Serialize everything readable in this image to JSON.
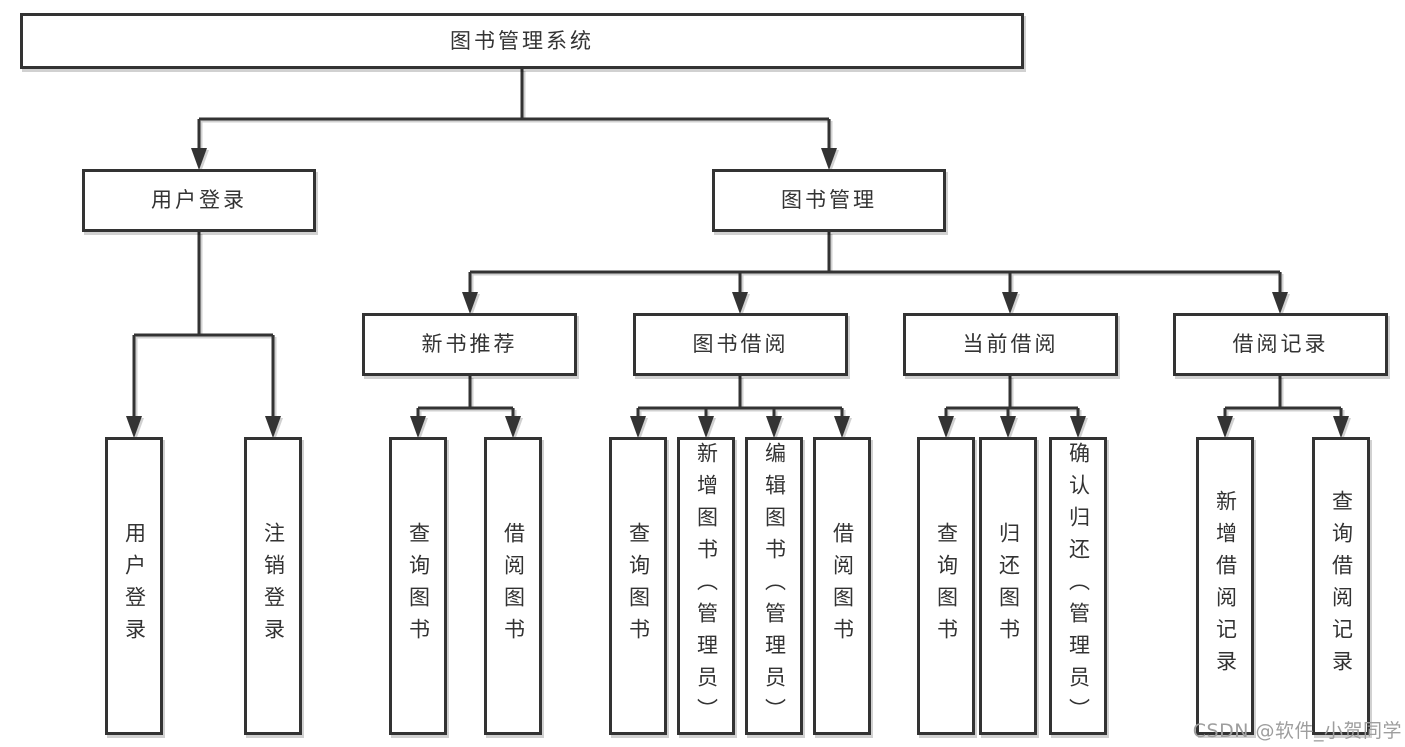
{
  "diagram": {
    "type": "hierarchy",
    "tree": {
      "label": "图书管理系统",
      "children": [
        {
          "label": "用户登录",
          "children": [
            {
              "label": "用户登录"
            },
            {
              "label": "注销登录"
            }
          ]
        },
        {
          "label": "图书管理",
          "children": [
            {
              "label": "新书推荐",
              "children": [
                {
                  "label": "查询图书"
                },
                {
                  "label": "借阅图书"
                }
              ]
            },
            {
              "label": "图书借阅",
              "children": [
                {
                  "label": "查询图书"
                },
                {
                  "label": "新增图书（管理员）"
                },
                {
                  "label": "编辑图书（管理员）"
                },
                {
                  "label": "借阅图书"
                }
              ]
            },
            {
              "label": "当前借阅",
              "children": [
                {
                  "label": "查询图书"
                },
                {
                  "label": "归还图书"
                },
                {
                  "label": "确认归还（管理员）"
                }
              ]
            },
            {
              "label": "借阅记录",
              "children": [
                {
                  "label": "新增借阅记录"
                },
                {
                  "label": "查询借阅记录"
                }
              ]
            }
          ]
        }
      ]
    },
    "watermark": {
      "text": "CSDN @软件_小贺同学"
    },
    "colors": {
      "line": "#333333",
      "text": "#333333",
      "box_background": "#ffffff",
      "page_background": "#ffffff",
      "watermark": "#9e9e9e"
    }
  }
}
